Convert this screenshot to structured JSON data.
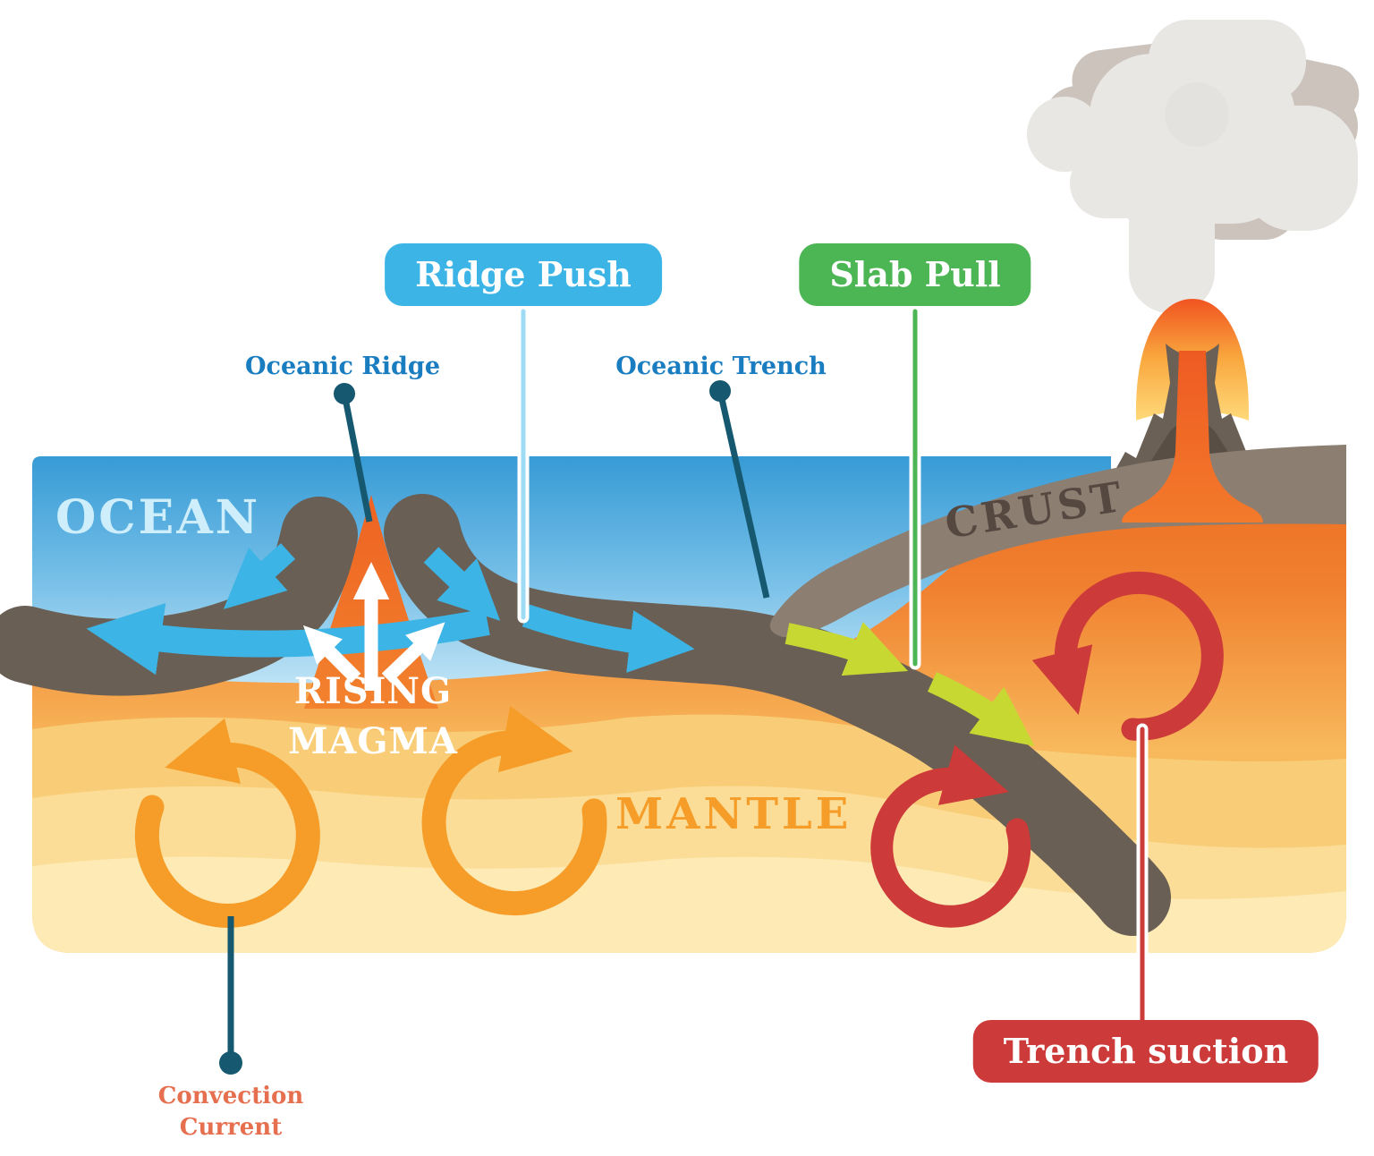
{
  "title": "Plate tectonics diagram",
  "labels": {
    "ridge_push": "Ridge Push",
    "slab_pull": "Slab Pull",
    "trench_suction": "Trench suction",
    "oceanic_ridge": "Oceanic Ridge",
    "oceanic_trench": "Oceanic Trench",
    "convection_line1": "Convection",
    "convection_line2": "Current",
    "ocean": "OCEAN",
    "crust": "CRUST",
    "mantle": "MANTLE",
    "rising_line1": "RISING",
    "rising_line2": "MAGMA"
  },
  "colors": {
    "ridge_push_pill": "#3cb4e5",
    "slab_pull_pill": "#4db654",
    "trench_suction_pill": "#cc3a3a",
    "label_blue_text": "#1a7dc0",
    "convection_text": "#e56f4e",
    "ocean_text": "#cfeefb",
    "crust_text": "#554840",
    "mantle_text": "#f59d28",
    "ocean_top": "#379bd5",
    "ocean_bottom": "#cdeaf8",
    "oceanic_plate": "#6a5f54",
    "continental_crust": "#8c7e71",
    "mantle_orange": "#ed7226",
    "mantle_band1": "#f9cd77",
    "mantle_band2": "#fbdd97",
    "mantle_band3": "#fdeab5",
    "arrow_blue": "#3cb4e5",
    "arrow_green": "#c8d832",
    "arrow_white": "#ffffff",
    "convection_orange": "#f59d28",
    "convection_red": "#cc3a3a",
    "leader_teal": "#15586f",
    "volcano_dark": "#6a6056",
    "lava": "#ee5a22",
    "smoke_light": "#e9e7e4",
    "smoke_dark": "#cbc3bc"
  }
}
